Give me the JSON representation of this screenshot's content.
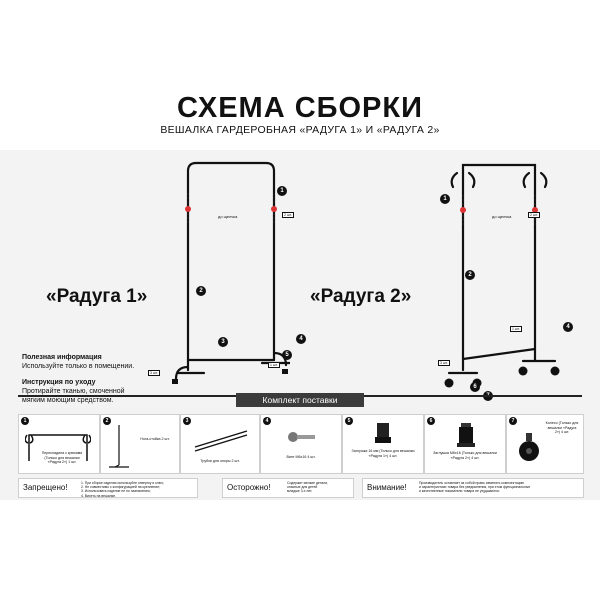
{
  "header": {
    "title": "СХЕМА СБОРКИ",
    "subtitle": "ВЕШАЛКА ГАРДЕРОБНАЯ «РАДУГА 1» И «РАДУГА 2»"
  },
  "models": [
    {
      "name": "«Радуга 1»"
    },
    {
      "name": "«Радуга 2»"
    }
  ],
  "diagram_labels": {
    "top_label": "до щелчка",
    "clip_tag": "2 шт.",
    "screw_tag": "1 шт.",
    "wheel_tag": "3 шт."
  },
  "callouts": [
    "1",
    "2",
    "3",
    "4",
    "5",
    "6",
    "7"
  ],
  "info": {
    "useful_heading": "Полезная информация",
    "useful_text": "Используйте только в помещении.",
    "care_heading": "Инструкция по уходу",
    "care_line1": "Протирайте тканью, смоченной",
    "care_line2": "мягким моющим средством."
  },
  "kit": {
    "title": "Комплект поставки",
    "items": [
      {
        "num": "1",
        "label": "Перекладина с крюками (Только для вешалки «Радуга 2») 1 шт."
      },
      {
        "num": "2",
        "label": "Нога-стойка 2 шт."
      },
      {
        "num": "3",
        "label": "Трубки для опоры 2 шт."
      },
      {
        "num": "4",
        "label": "Винт М6х16 4 шт."
      },
      {
        "num": "5",
        "label": "Заглушка 16 мм (Только для вешалки «Радуга 1») 4 шт."
      },
      {
        "num": "6",
        "label": "Заглушка М6х16 (Только для вешалки «Радуга 2») 4 шт."
      },
      {
        "num": "7",
        "label": "Колесо (Только для вешалки «Радуга 2») 4 шт."
      }
    ]
  },
  "warnings": [
    {
      "title": "Запрещено!",
      "text": "1. При сборке изделия используйте отвертку и ключ;\n2. Не совместимо с конфигурацией на крепление;\n3. Использовать изделие не по назначению;\n4. Висеть на вешалке."
    },
    {
      "title": "Осторожно!",
      "text": "Содержит мелкие детали,\nопасные для детей\nмладше 3-х лет."
    },
    {
      "title": "Внимание!",
      "text": "Производитель оставляет за собой право изменять комплектацию\nи характеристики товара без уведомления, при этом функциональные\nи качественные показатели товара не ухудшаются."
    }
  ]
}
